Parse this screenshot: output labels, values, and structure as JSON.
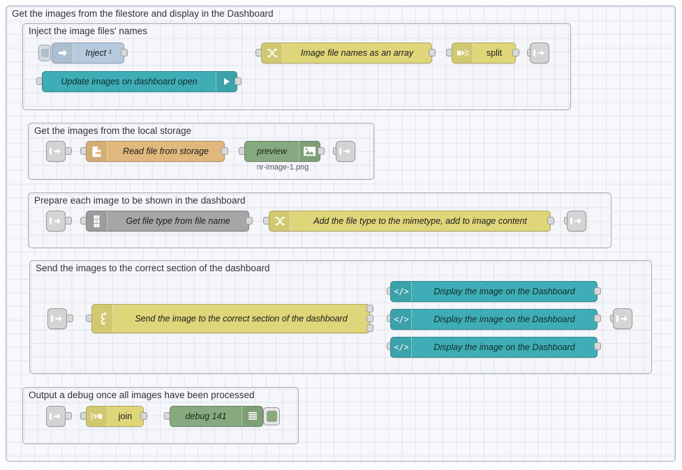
{
  "app": {
    "name": "Node-RED flow editor canvas"
  },
  "groups": [
    {
      "id": "outer",
      "label": "Get the images from the filestore and display in the Dashboard"
    },
    {
      "id": "inject",
      "label": "Inject the image files' names"
    },
    {
      "id": "storage",
      "label": "Get the images from the local storage"
    },
    {
      "id": "prepare",
      "label": "Prepare each image to be shown in the dashboard"
    },
    {
      "id": "send",
      "label": "Send the images to the correct section of the dashboard"
    },
    {
      "id": "debug",
      "label": "Output a debug once all images have been processed"
    }
  ],
  "nodes": {
    "inject": {
      "label": "Inject ¹",
      "icon": "inject-arrow-icon",
      "color": "#b5cbdd"
    },
    "ui_event": {
      "label": "Update images on dashboard open",
      "icon": "link-out-arrow-icon",
      "color": "#3fadb5"
    },
    "change_array": {
      "label": "Image file names as an array",
      "icon": "change-shuffle-icon",
      "color": "#dfd67a"
    },
    "split": {
      "label": "split",
      "icon": "split-icon",
      "color": "#dfd67a"
    },
    "file_in": {
      "label": "Read file from storage",
      "icon": "file-document-icon",
      "color": "#e0b87d"
    },
    "preview": {
      "label": "preview",
      "icon": "image-preview-icon",
      "color": "#87a980"
    },
    "preview_caption": {
      "label": "nr-image-1.png"
    },
    "get_file_type": {
      "label": "Get file type from file name",
      "icon": "abc-change-icon",
      "color": "#a6a6a6"
    },
    "add_mimetype": {
      "label": "Add the file type to the mimetype, add to image content",
      "icon": "change-shuffle-icon",
      "color": "#dfd67a"
    },
    "switch_section": {
      "label": "Send the image to the correct section of the dashboard",
      "icon": "switch-icon",
      "color": "#dfd67a"
    },
    "display_1": {
      "label": "Display the image on the Dashboard",
      "icon": "template-code-icon",
      "color": "#3fadb5"
    },
    "display_2": {
      "label": "Display the image on the Dashboard",
      "icon": "template-code-icon",
      "color": "#3fadb5"
    },
    "display_3": {
      "label": "Display the image on the Dashboard",
      "icon": "template-code-icon",
      "color": "#3fadb5"
    },
    "join": {
      "label": "join",
      "icon": "join-icon",
      "color": "#dfd67a"
    },
    "debug": {
      "label": "debug 141",
      "icon": "debug-lines-icon",
      "color": "#87a980"
    },
    "link_out_1": {
      "label": "",
      "icon": "link-out-icon",
      "color": "#d4d4d4"
    },
    "link_in_storage": {
      "label": "",
      "icon": "link-in-icon",
      "color": "#d4d4d4"
    },
    "link_out_storage": {
      "label": "",
      "icon": "link-out-icon",
      "color": "#d4d4d4"
    },
    "link_in_prepare": {
      "label": "",
      "icon": "link-in-icon",
      "color": "#d4d4d4"
    },
    "link_out_prepare": {
      "label": "",
      "icon": "link-out-icon",
      "color": "#d4d4d4"
    },
    "link_in_send": {
      "label": "",
      "icon": "link-in-icon",
      "color": "#d4d4d4"
    },
    "link_out_send": {
      "label": "",
      "icon": "link-out-icon",
      "color": "#d4d4d4"
    },
    "link_in_debug": {
      "label": "",
      "icon": "link-in-icon",
      "color": "#d4d4d4"
    }
  },
  "colors": {
    "canvas": "#fdfdfd",
    "group_bg": "#f5f6fa",
    "group_border": "#a7a8b8",
    "wire": "#9a9a9a",
    "teal": "#3fadb5",
    "yellow": "#dfd67a",
    "orange": "#e0b87d",
    "green": "#87a980",
    "grey": "#a6a6a6",
    "blue": "#b5cbdd"
  }
}
